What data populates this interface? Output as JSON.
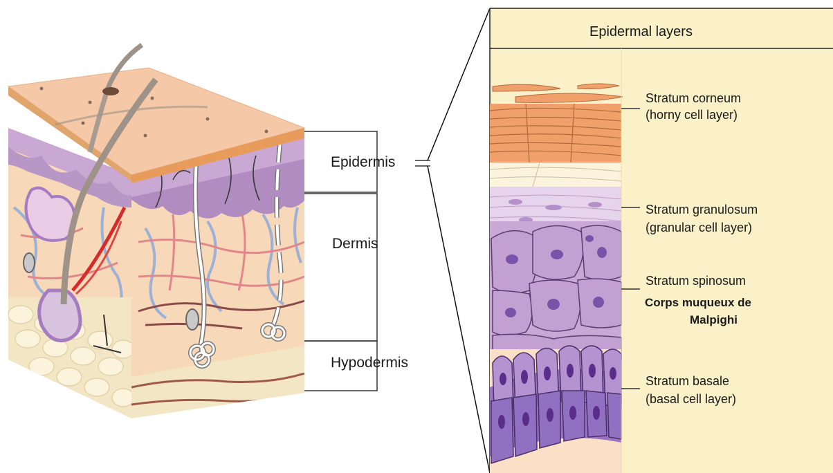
{
  "regions": {
    "epidermis": "Epidermis",
    "dermis": "Dermis",
    "hypodermis": "Hypodermis"
  },
  "panel": {
    "title": "Epidermal layers"
  },
  "layers": [
    {
      "line1": "Stratum corneum",
      "line2": "(horny cell layer)"
    },
    {
      "line1": "Stratum granulosum",
      "line2": "(granular cell layer)"
    },
    {
      "line1": "Stratum spinosum",
      "note1": "Corps muqueux de",
      "note2": "Malpighi"
    },
    {
      "line1": "Stratum basale",
      "line2": "(basal cell layer)"
    }
  ],
  "colors": {
    "panel_bg": "#fbf1c9",
    "corneum": "#f0a06a",
    "granulosum": "#e6d4ec",
    "spinosum": "#b690c8",
    "basale": "#8a64b8",
    "skin_top": "#f5c9a8",
    "dermis": "#f7d9b9",
    "epidermis_purple": "#c3a2cf",
    "hypodermis": "#f3e6c4"
  }
}
